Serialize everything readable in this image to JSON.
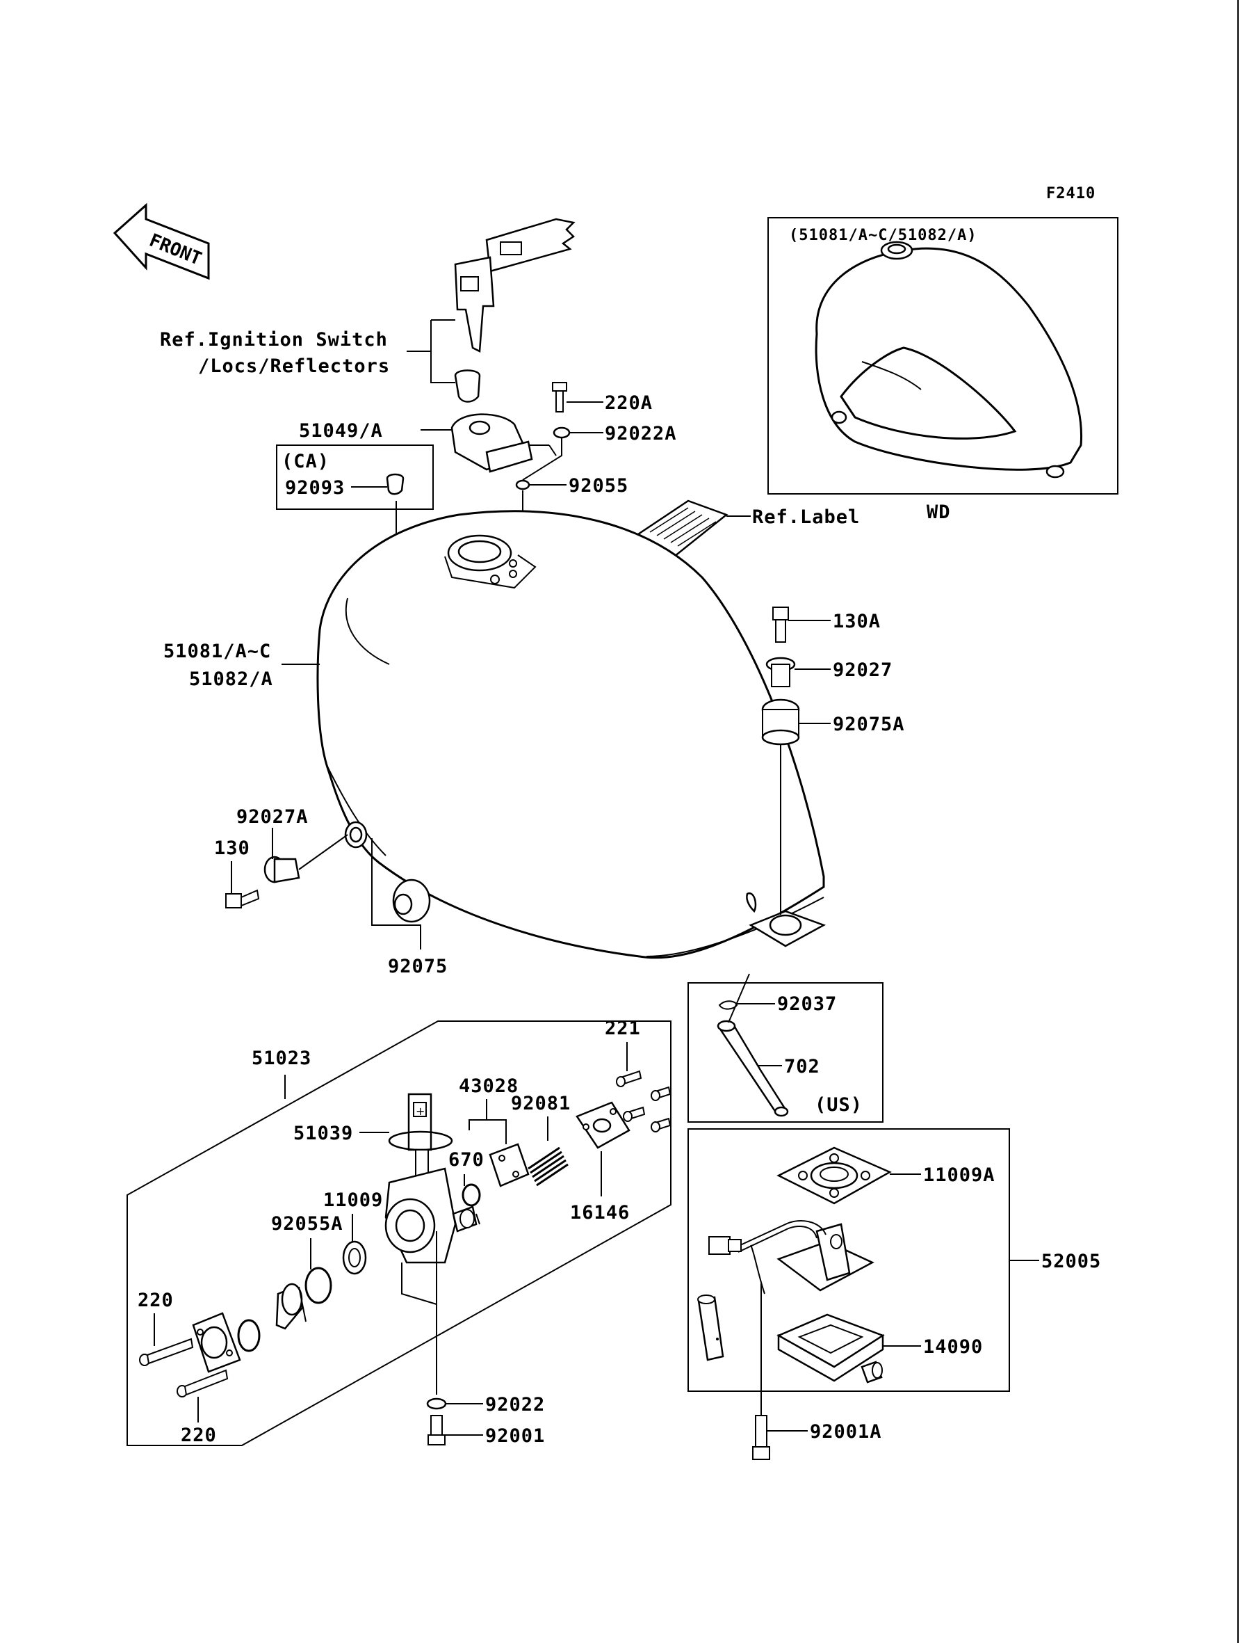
{
  "figure": {
    "code": "F2410"
  },
  "front_label": "FRONT",
  "inset": {
    "title": "(51081/A~C/51082/A)",
    "caption": "WD"
  },
  "ca_box": {
    "title": "(CA)",
    "part": "92093"
  },
  "us_box": {
    "caption": "(US)"
  },
  "labels": {
    "ref_ignition_1": "Ref.Ignition Switch",
    "ref_ignition_2": "/Locs/Reflectors",
    "p220A": "220A",
    "p51049A": "51049/A",
    "p92022A": "92022A",
    "p92055": "92055",
    "ref_label": "Ref.Label",
    "p51081": "51081/A~C",
    "p51082": "51082/A",
    "p130A": "130A",
    "p92027": "92027",
    "p92075A": "92075A",
    "p92027A": "92027A",
    "p130": "130",
    "p92075": "92075",
    "p92037": "92037",
    "p702": "702",
    "p51023": "51023",
    "p221": "221",
    "p43028": "43028",
    "p92081": "92081",
    "p51039": "51039",
    "p670": "670",
    "p11009": "11009",
    "p16146": "16146",
    "p92055A": "92055A",
    "p220_top": "220",
    "p220_bottom": "220",
    "p92022": "92022",
    "p92001": "92001",
    "p11009A": "11009A",
    "p52005": "52005",
    "p14090": "14090",
    "p92001A": "92001A"
  }
}
